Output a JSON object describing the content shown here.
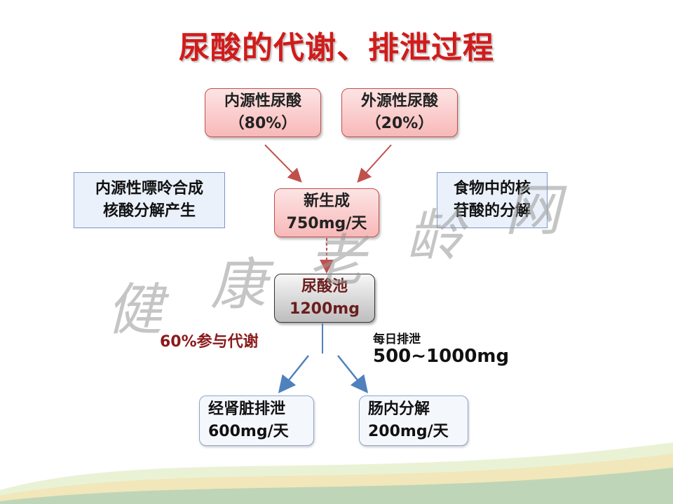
{
  "title": "尿酸的代谢、排泄过程",
  "boxes": {
    "endogenous": {
      "line1": "内源性尿酸",
      "line2": "（80%）"
    },
    "exogenous": {
      "line1": "外源性尿酸",
      "line2": "（20%）"
    },
    "source_left": {
      "line1": "内源性嘌呤合成",
      "line2": "核酸分解产生"
    },
    "source_right": {
      "line1": "食物中的核",
      "line2": "苷酸的分解"
    },
    "new_production": {
      "line1": "新生成",
      "line2": "750mg/天"
    },
    "pool": {
      "line1": "尿酸池",
      "line2": "1200mg"
    },
    "kidney": {
      "line1": "经肾脏排泄",
      "line2": "600mg/天"
    },
    "intestine": {
      "line1": "肠内分解",
      "line2": "200mg/天"
    }
  },
  "labels": {
    "metabolism": "60%参与代谢",
    "daily_excretion": "每日排泄",
    "daily_excretion_amount": "500~1000mg"
  },
  "watermark": [
    "健",
    "康",
    "老",
    "龄",
    "网"
  ],
  "colors": {
    "title": "#d11b1b",
    "arrow_red": "#c0504d",
    "arrow_blue": "#4f81bd"
  }
}
